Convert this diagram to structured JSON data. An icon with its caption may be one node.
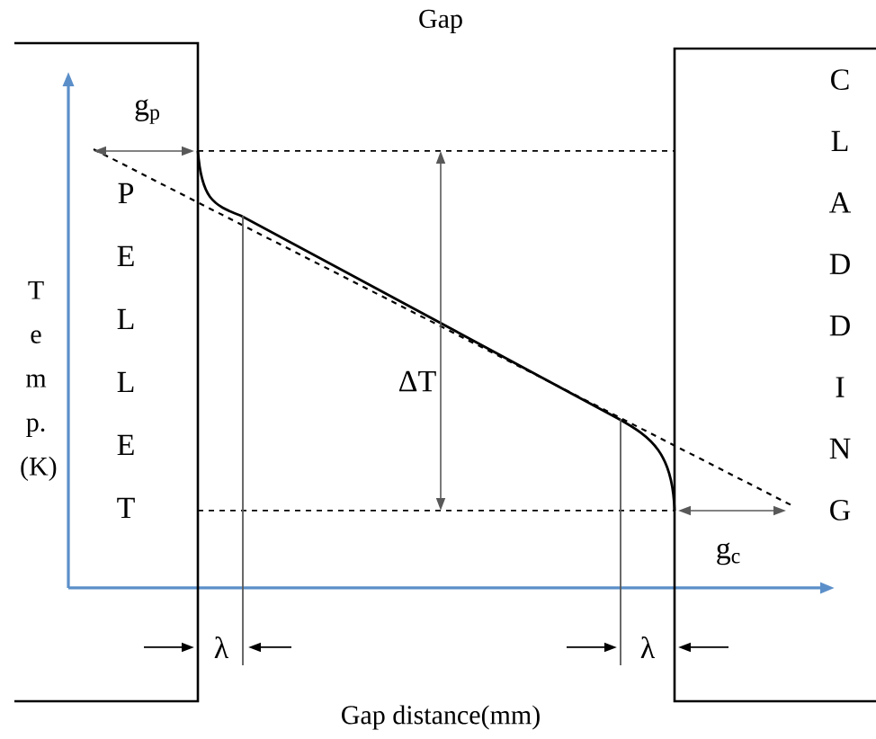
{
  "diagram": {
    "nodes": [
      {
        "text": [
          "P E L L E T"
        ]
      },
      {
        "text": [
          "C L A D D I N G"
        ]
      }
    ],
    "labels": [
      "Gap",
      "g$_{p}$",
      "T e m p. (K)",
      "ΔT",
      "g$_{c}$",
      "λ",
      "λ",
      "Gap distance(mm)"
    ]
  }
}
